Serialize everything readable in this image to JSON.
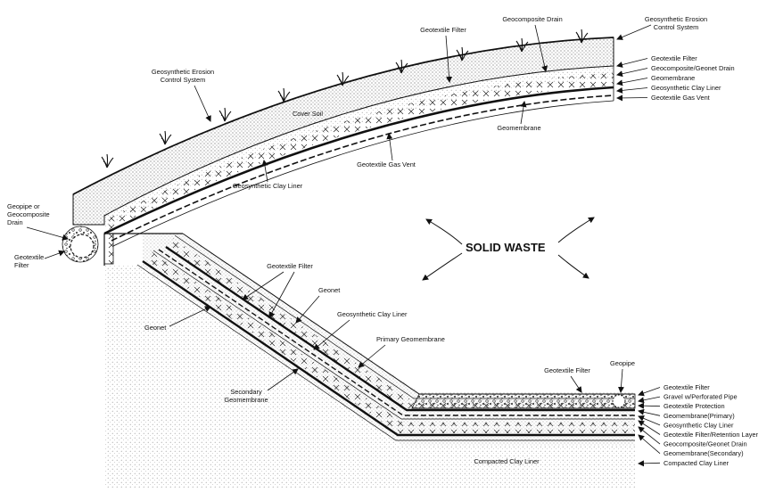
{
  "labels": {
    "geosynthetic_erosion_top_1": "Geosynthetic Erosion",
    "geosynthetic_erosion_top_2": "Control System",
    "geocomposite_drain_top": "Geocomposite Drain",
    "geotextile_filter_top": "Geotextile Filter",
    "geosynthetic_erosion_left_1": "Geosynthetic Erosion",
    "geosynthetic_erosion_left_2": "Control System",
    "cover_soil": "Cover Soil",
    "geomembrane_cap": "Geomembrane",
    "geotextile_gas_vent": "Geotextile Gas Vent",
    "geosynthetic_clay_liner_cap": "Geosynthetic Clay Liner",
    "geopipe_1": "Geopipe or",
    "geopipe_2": "Geocomposite",
    "geopipe_3": "Drain",
    "geotextile_filter_left_1": "Geotextile",
    "geotextile_filter_left_2": "Filter",
    "solid_waste": "SOLID WASTE",
    "geotextile_filter_mid": "Geotextile Filter",
    "geonet_upper": "Geonet",
    "geonet_left": "Geonet",
    "geosynthetic_clay_liner_mid": "Geosynthetic Clay Liner",
    "primary_geomembrane": "Primary Geomembrane",
    "secondary_geomembrane_1": "Secondary",
    "secondary_geomembrane_2": "Geomembrane",
    "geotextile_filter_base": "Geotextile Filter",
    "geopipe_base": "Geopipe",
    "compacted_clay_liner": "Compacted Clay Liner"
  },
  "cap_layers": [
    "Geotextile Filter",
    "Geocomposite/Geonet Drain",
    "Geomembrane",
    "Geosynthetic Clay Liner",
    "Geotextile Gas Vent"
  ],
  "liner_layers": [
    "Geotextile Filter",
    "Gravel w/Perforated Pipe",
    "Geotextile Protection",
    "Geomembrane(Primary)",
    "Geosynthetic Clay Liner",
    "Geotextile Filter/Retention Layer",
    "Geocomposite/Geonet Drain",
    "Geomembrane(Secondary)",
    "Compacted Clay Liner"
  ]
}
